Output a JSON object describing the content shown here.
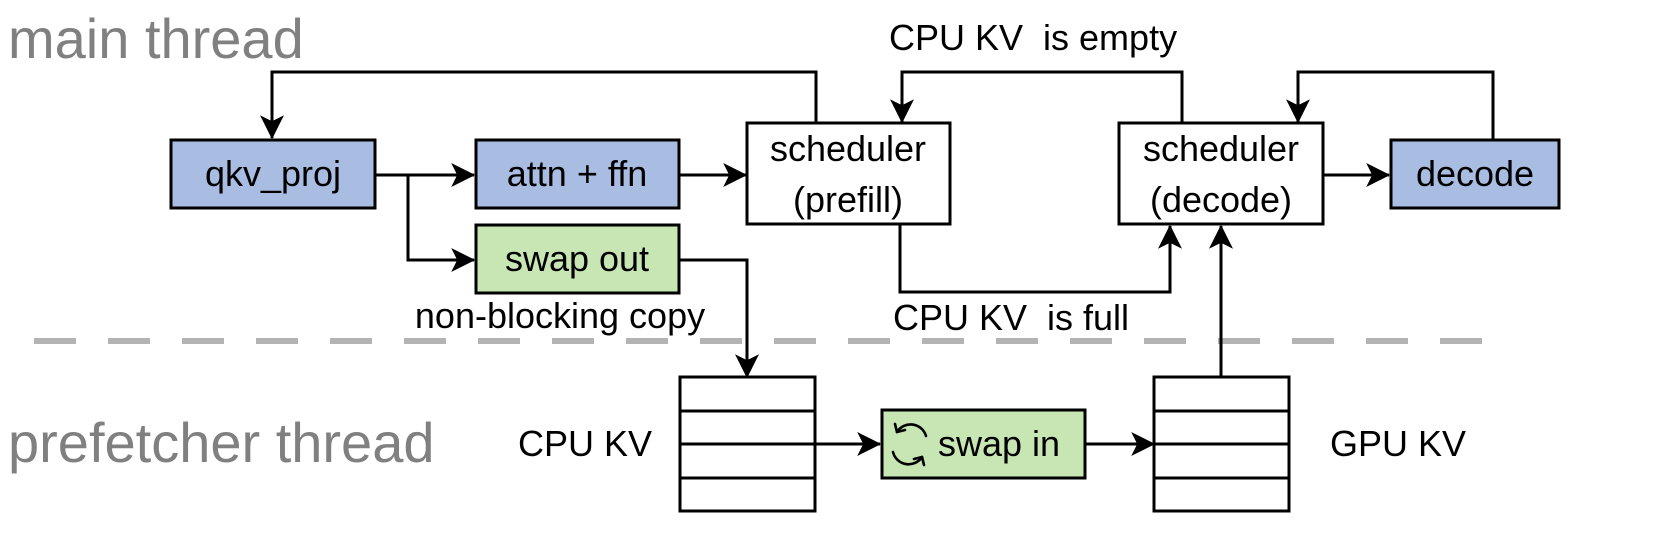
{
  "threads": {
    "main": "main thread",
    "prefetcher": "prefetcher thread"
  },
  "nodes": {
    "qkv_proj": "qkv_proj",
    "attn_ffn": "attn + ffn",
    "swap_out": "swap out",
    "scheduler_prefill_line1": "scheduler",
    "scheduler_prefill_line2": "(prefill)",
    "scheduler_decode_line1": "scheduler",
    "scheduler_decode_line2": "(decode)",
    "decode": "decode",
    "swap_in": "swap in"
  },
  "labels": {
    "non_blocking_copy": "non-blocking copy",
    "cpu_kv_empty": "CPU KV  is empty",
    "cpu_kv_full": "CPU KV  is full",
    "cpu_kv": "CPU KV",
    "gpu_kv": "GPU KV"
  },
  "colors": {
    "compute_box": "#a9bde3",
    "copy_box": "#c8e6b3",
    "thread_label": "#808080",
    "divider": "#b3b3b3"
  },
  "icons": {
    "swap_in": "refresh-cycle-icon"
  }
}
